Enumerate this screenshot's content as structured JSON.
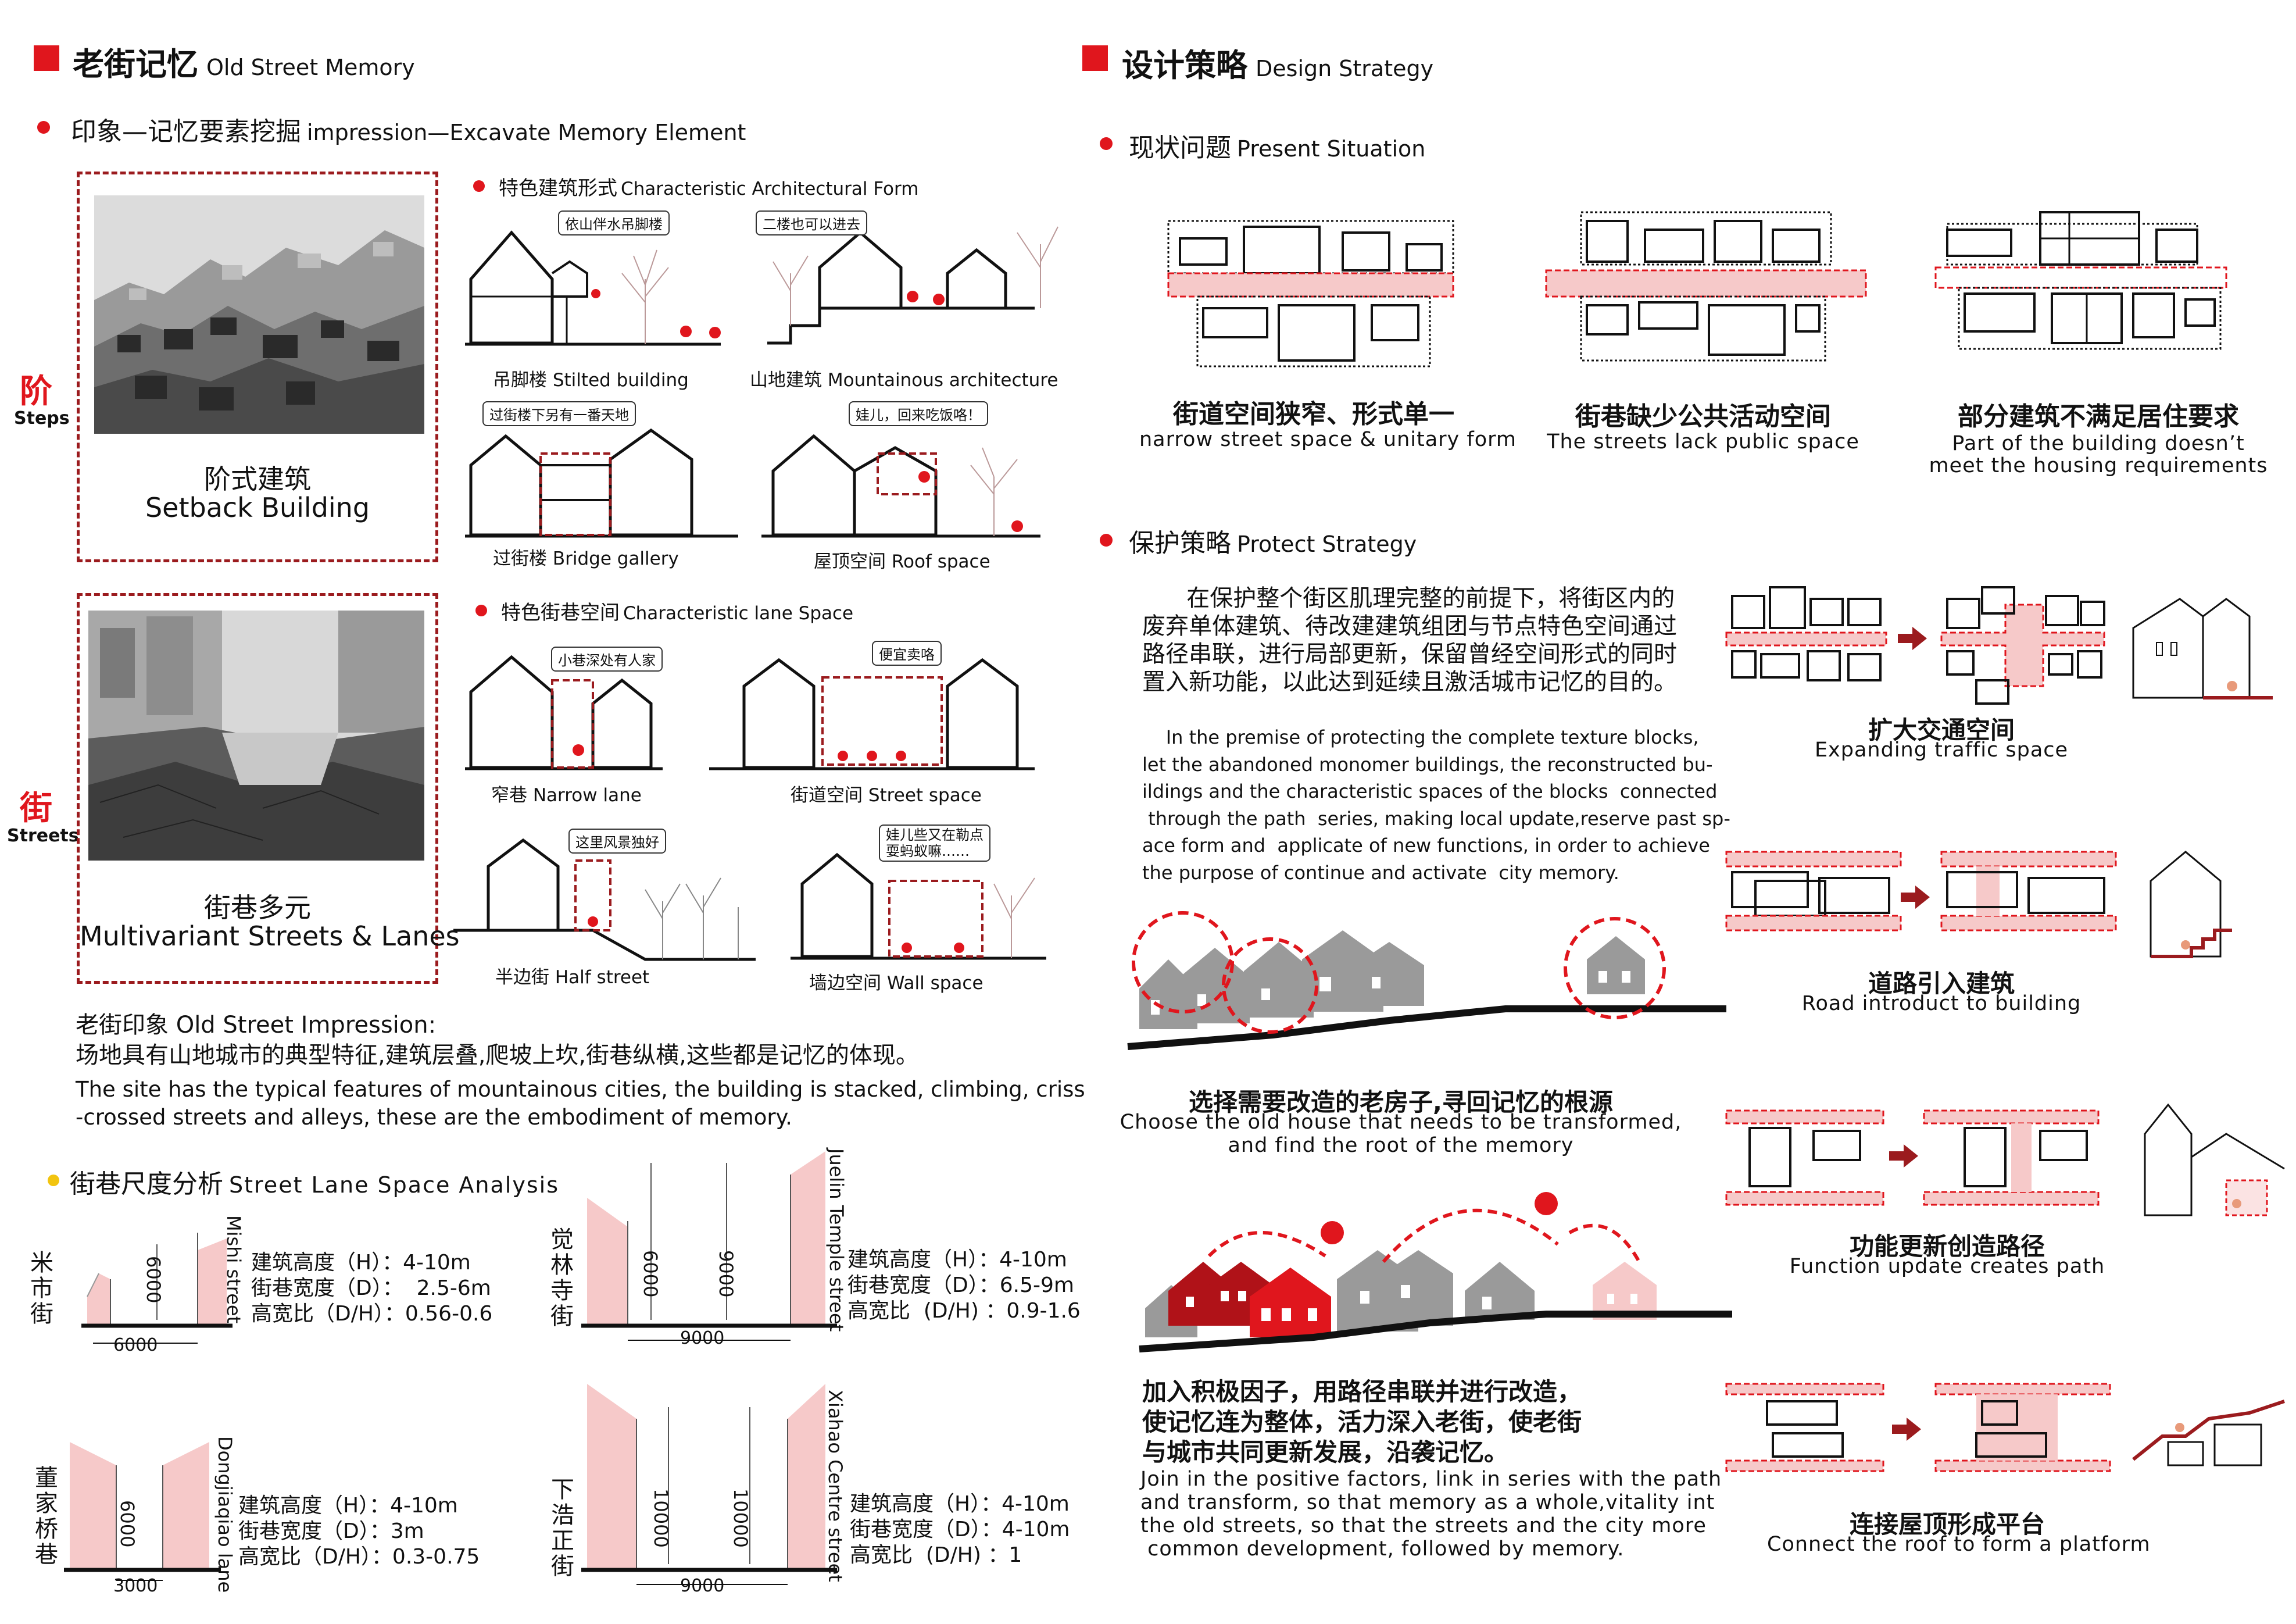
{
  "left": {
    "section_title_zh": "老街记忆",
    "section_title_en": "Old Street Memory",
    "impression_zh": "印象—记忆要素挖掘",
    "impression_en": "impression—Excavate Memory Element",
    "steps_zh": "阶",
    "steps_en": "Steps",
    "streets_zh": "街",
    "streets_en": "Streets",
    "photo1_zh": "阶式建筑",
    "photo1_en": "Setback Building",
    "photo2_zh": "街巷多元",
    "photo2_en": "Multivariant Streets & Lanes",
    "arch_form_zh": "特色建筑形式",
    "arch_form_en": "Characteristic Architectural Form",
    "lane_space_zh": "特色街巷空间",
    "lane_space_en": "Characteristic lane Space",
    "sketches": [
      {
        "caption": "吊脚楼 Stilted building",
        "bubble": "依山伴水吊脚楼"
      },
      {
        "caption": "山地建筑 Mountainous architecture",
        "bubble": "二楼也可以进去"
      },
      {
        "caption": "过街楼 Bridge gallery",
        "bubble": "过街楼下另有一番天地"
      },
      {
        "caption": "屋顶空间 Roof space",
        "bubble": "娃儿，回来吃饭咯！"
      },
      {
        "caption": "窄巷 Narrow lane",
        "bubble": "小巷深处有人家"
      },
      {
        "caption": "街道空间 Street space",
        "bubble": "便宜卖咯"
      },
      {
        "caption": "半边街 Half street",
        "bubble": "这里风景独好"
      },
      {
        "caption": "墙边空间 Wall space",
        "bubble": "娃儿些又在勒点\n耍蚂蚁嘛……"
      }
    ],
    "impression_head": "老街印象 Old Street Impression:",
    "impression_zh_text": "场地具有山地城市的典型特征,建筑层叠,爬坡上坎,街巷纵横,这些都是记忆的体现。",
    "impression_en_text": "The site has the typical features of mountainous cities, the building is stacked, climbing, criss\n-crossed streets and alleys, these are the embodiment of memory.",
    "scale_zh": "街巷尺度分析",
    "scale_en": "Street Lane Space Analysis",
    "streets": [
      {
        "zh": "米市街",
        "en": "Mishi street",
        "width": "6000",
        "height": "6000",
        "info": "建筑高度（H）：4-10m\n街巷宽度（D）：  2.5-6m\n高宽比（D/H）：0.56-0.6"
      },
      {
        "zh": "觉林寺街",
        "en": "Juelin Temple street",
        "width": "9000",
        "height1": "6000",
        "height2": "9000",
        "info": "建筑高度（H）：4-10m\n街巷宽度（D）：6.5-9m\n高宽比  (D/H) ：0.9-1.6"
      },
      {
        "zh": "董家桥巷",
        "en": "Dongjiaqiao lane",
        "width": "3000",
        "height": "6000",
        "info": "建筑高度（H）：4-10m\n街巷宽度（D）：3m\n高宽比（D/H）：0.3-0.75"
      },
      {
        "zh": "下浩正街",
        "en": "Xiahao Centre street",
        "width": "9000",
        "height1": "10000",
        "height2": "10000",
        "info": "建筑高度（H）：4-10m\n街巷宽度（D）：4-10m\n高宽比  (D/H) ：1"
      }
    ]
  },
  "right": {
    "section_title_zh": "设计策略",
    "section_title_en": "Design Strategy",
    "present_zh": "现状问题",
    "present_en": "Present Situation",
    "problems": [
      {
        "zh": "街道空间狭窄、形式单一",
        "en": "narrow street space & unitary form"
      },
      {
        "zh": "街巷缺少公共活动空间",
        "en": "The streets lack public space"
      },
      {
        "zh": "部分建筑不满足居住要求",
        "en": "Part of the building doesn’t\nmeet the housing requirements"
      }
    ],
    "protect_zh": "保护策略",
    "protect_en": "Protect Strategy",
    "protect_text_zh": "      在保护整个街区肌理完整的前提下，将街区内的废弃单体建筑、待改建建筑组团与节点特色空间通过路径串联，进行局部更新，保留曾经空间形式的同时置入新功能，以此达到延续且激活城市记忆的目的。",
    "protect_text_en": "    In the premise of protecting the complete texture blocks,\nlet the abandoned monomer buildings, the reconstructed bu-\nildings and the characteristic spaces of the blocks  connected\n through the path  series, making local update,reserve past sp-\nace form and  applicate of new functions, in order to achieve\nthe purpose of continue and activate  city memory.",
    "choose_zh": "选择需要改造的老房子,寻回记忆的根源",
    "choose_en": "Choose the old house that needs to be transformed,\nand find the root of the memory",
    "join_zh": "加入积极因子，用路径串联并进行改造，\n使记忆连为整体，活力深入老街，使老街\n与城市共同更新发展，沿袭记忆。",
    "join_en": "Join in the positive factors, link in series with the path\nand transform, so that memory as a whole,vitality int\nthe old streets, so that the streets and the city more\n common development, followed by memory.",
    "strategies": [
      {
        "zh": "扩大交通空间",
        "en": "Expanding traffic space"
      },
      {
        "zh": "道路引入建筑",
        "en": "Road introduct to building"
      },
      {
        "zh": "功能更新创造路径",
        "en": "Function update creates path"
      },
      {
        "zh": "连接屋顶形成平台",
        "en": "Connect the roof to form a platform"
      }
    ]
  },
  "colors": {
    "accent": "#e0161d",
    "dark_red": "#9b1b1e",
    "pink": "#f6c9c9",
    "yellow": "#f2c40f"
  }
}
